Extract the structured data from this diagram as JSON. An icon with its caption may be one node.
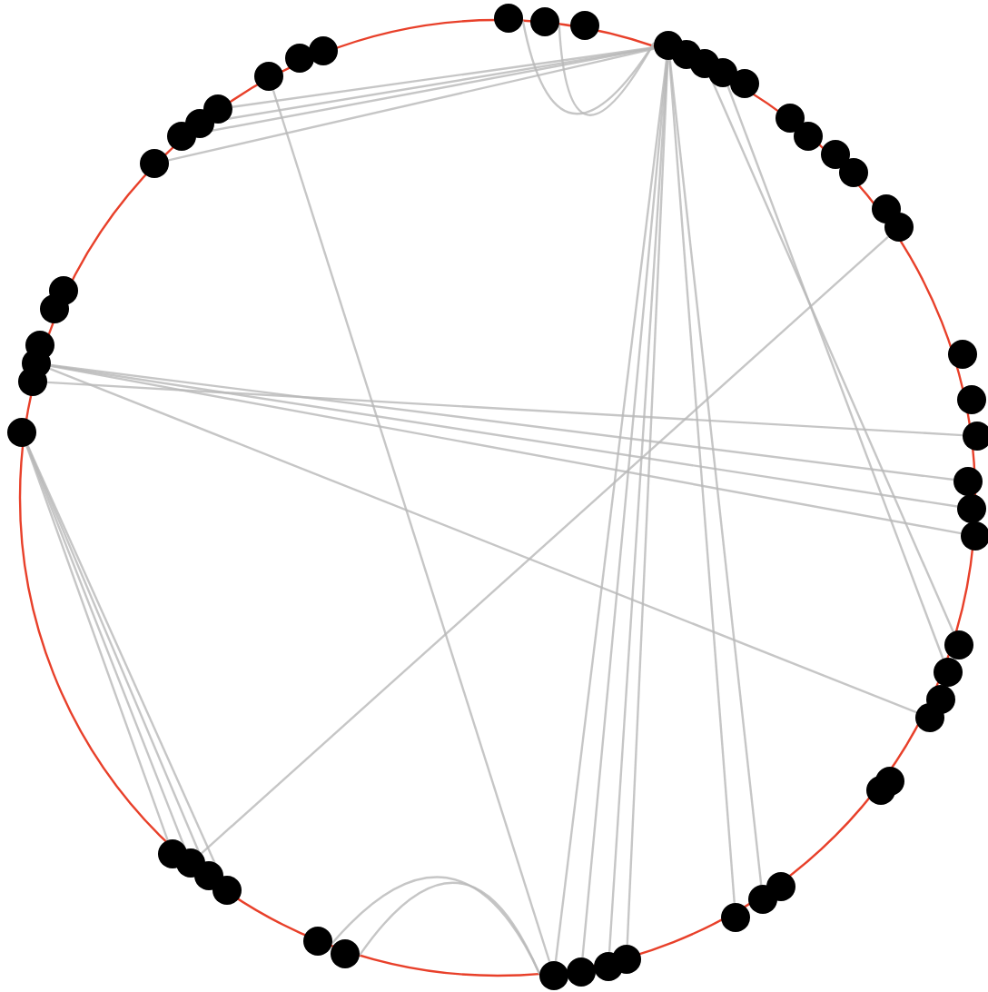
{
  "diagram": {
    "nodes": [
      {
        "text": [],
        "shape": "circle"
      },
      {
        "text": [],
        "shape": "circle"
      },
      {
        "text": [],
        "shape": "circle"
      },
      {
        "text": [],
        "shape": "circle"
      },
      {
        "text": [],
        "shape": "circle"
      },
      {
        "text": [],
        "shape": "circle"
      },
      {
        "text": [],
        "shape": "circle"
      },
      {
        "text": [],
        "shape": "circle"
      },
      {
        "text": [],
        "shape": "circle"
      },
      {
        "text": [],
        "shape": "circle"
      },
      {
        "text": [],
        "shape": "circle"
      },
      {
        "text": [],
        "shape": "circle"
      },
      {
        "text": [],
        "shape": "circle"
      },
      {
        "text": [],
        "shape": "circle"
      },
      {
        "text": [],
        "shape": "circle"
      },
      {
        "text": [],
        "shape": "circle"
      },
      {
        "text": [],
        "shape": "circle"
      },
      {
        "text": [],
        "shape": "circle"
      },
      {
        "text": [],
        "shape": "circle"
      },
      {
        "text": [],
        "shape": "circle"
      },
      {
        "text": [],
        "shape": "circle"
      },
      {
        "text": [],
        "shape": "circle"
      },
      {
        "text": [],
        "shape": "circle"
      },
      {
        "text": [],
        "shape": "circle"
      },
      {
        "text": [],
        "shape": "circle"
      },
      {
        "text": [],
        "shape": "circle"
      },
      {
        "text": [],
        "shape": "circle"
      },
      {
        "text": [],
        "shape": "circle"
      },
      {
        "text": [],
        "shape": "circle"
      },
      {
        "text": [],
        "shape": "circle"
      },
      {
        "text": [],
        "shape": "circle"
      },
      {
        "text": [],
        "shape": "circle"
      },
      {
        "text": [],
        "shape": "circle"
      },
      {
        "text": [],
        "shape": "circle"
      },
      {
        "text": [],
        "shape": "circle"
      },
      {
        "text": [],
        "shape": "circle"
      },
      {
        "text": [],
        "shape": "circle"
      },
      {
        "text": [],
        "shape": "circle"
      },
      {
        "text": [],
        "shape": "circle"
      },
      {
        "text": [],
        "shape": "circle"
      },
      {
        "text": [],
        "shape": "circle"
      },
      {
        "text": [],
        "shape": "circle"
      },
      {
        "text": [],
        "shape": "circle"
      },
      {
        "text": [],
        "shape": "circle"
      },
      {
        "text": [],
        "shape": "circle"
      },
      {
        "text": [],
        "shape": "circle"
      },
      {
        "text": [],
        "shape": "circle"
      },
      {
        "text": [],
        "shape": "circle"
      },
      {
        "text": [],
        "shape": "circle"
      },
      {
        "text": [],
        "shape": "circle"
      },
      {
        "text": [],
        "shape": "circle"
      },
      {
        "text": [],
        "shape": "circle"
      }
    ],
    "edges": [
      {
        "from": 3,
        "to": 27,
        "arrow": "none"
      },
      {
        "from": 3,
        "to": 28,
        "arrow": "none"
      },
      {
        "from": 3,
        "to": 29,
        "arrow": "none"
      },
      {
        "from": 3,
        "to": 30,
        "arrow": "none"
      },
      {
        "from": 3,
        "to": 31,
        "arrow": "none"
      },
      {
        "from": 3,
        "to": 32,
        "arrow": "none"
      },
      {
        "from": 3,
        "to": 45,
        "arrow": "none"
      },
      {
        "from": 3,
        "to": 46,
        "arrow": "none"
      },
      {
        "from": 3,
        "to": 47,
        "arrow": "none"
      },
      {
        "from": 3,
        "to": 48,
        "arrow": "none"
      },
      {
        "from": 3,
        "to": 0,
        "arrow": "none"
      },
      {
        "from": 3,
        "to": 1,
        "arrow": "none"
      },
      {
        "from": 41,
        "to": 17,
        "arrow": "none"
      },
      {
        "from": 41,
        "to": 18,
        "arrow": "none"
      },
      {
        "from": 41,
        "to": 19,
        "arrow": "none"
      },
      {
        "from": 40,
        "to": 16,
        "arrow": "none"
      },
      {
        "from": 39,
        "to": 35,
        "arrow": "none"
      },
      {
        "from": 39,
        "to": 36,
        "arrow": "none"
      },
      {
        "from": 39,
        "to": 37,
        "arrow": "none"
      },
      {
        "from": 39,
        "to": 38,
        "arrow": "none"
      },
      {
        "from": 32,
        "to": 33,
        "arrow": "none"
      },
      {
        "from": 32,
        "to": 34,
        "arrow": "none"
      },
      {
        "from": 49,
        "to": 32,
        "arrow": "none"
      },
      {
        "from": 13,
        "to": 37,
        "arrow": "none"
      },
      {
        "from": 5,
        "to": 20,
        "arrow": "none"
      },
      {
        "from": 6,
        "to": 21,
        "arrow": "none"
      },
      {
        "from": 41,
        "to": 23,
        "arrow": "none"
      }
    ]
  }
}
